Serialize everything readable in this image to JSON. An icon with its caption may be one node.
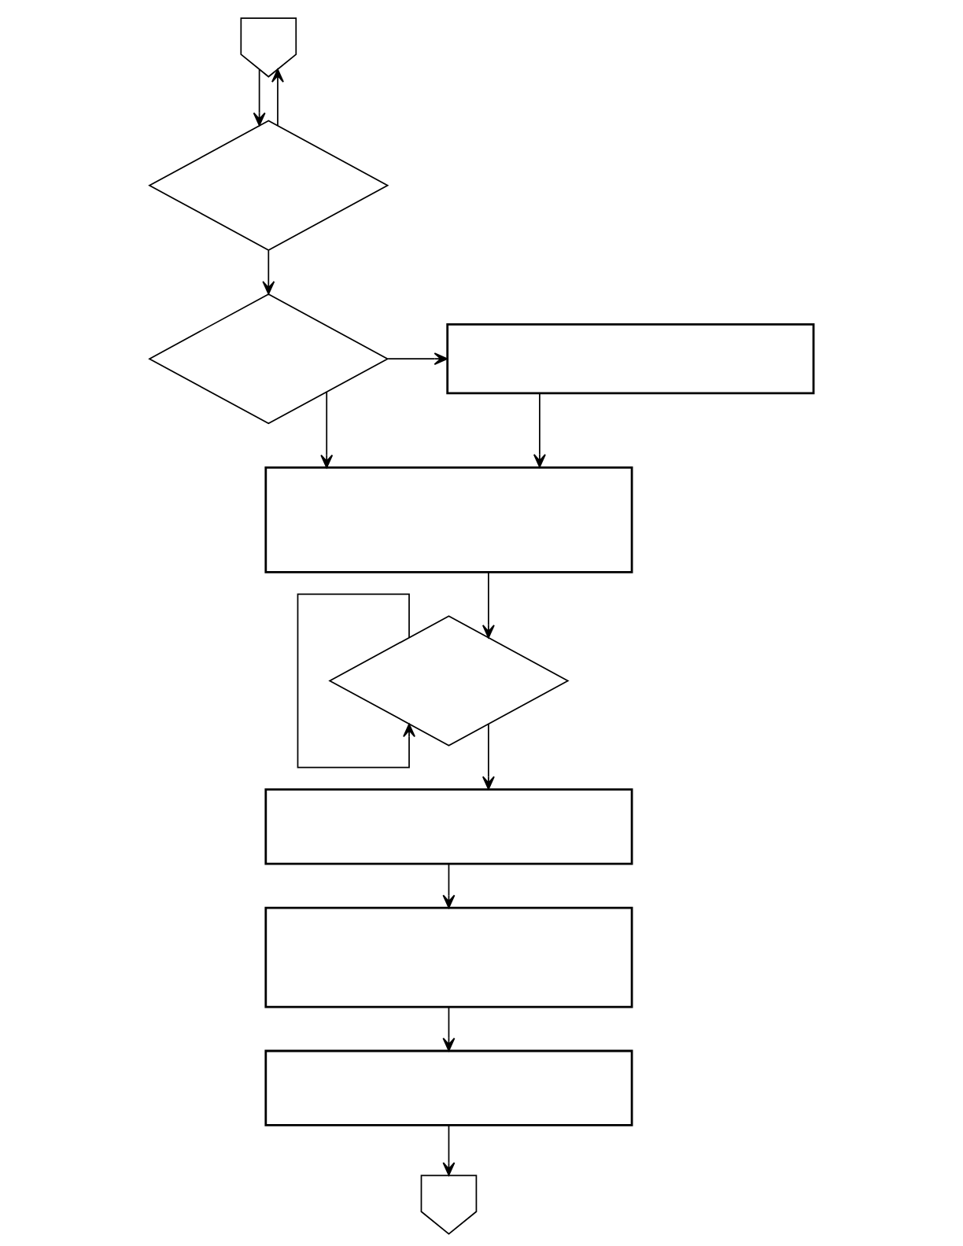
{
  "diagram": {
    "nodes": [
      {
        "text": [],
        "shape": "pentagon"
      },
      {
        "text": [],
        "shape": "diamond"
      },
      {
        "text": [],
        "shape": "diamond"
      },
      {
        "text": [],
        "shape": "box"
      },
      {
        "text": [],
        "shape": "box"
      },
      {
        "text": [],
        "shape": "diamond"
      },
      {
        "text": [],
        "shape": "box"
      },
      {
        "text": [],
        "shape": "box"
      },
      {
        "text": [],
        "shape": "box"
      },
      {
        "text": [],
        "shape": "pentagon"
      }
    ],
    "edges": [
      {
        "from": 0,
        "to": 1,
        "arrow": "to"
      },
      {
        "from": 1,
        "to": 0,
        "arrow": "to"
      },
      {
        "from": 1,
        "to": 2,
        "arrow": "to"
      },
      {
        "from": 2,
        "to": 3,
        "arrow": "to"
      },
      {
        "from": 3,
        "to": 4,
        "arrow": "to"
      },
      {
        "from": 2,
        "to": 4,
        "arrow": "to"
      },
      {
        "from": 4,
        "to": 5,
        "arrow": "to"
      },
      {
        "from": 5,
        "to": 5,
        "arrow": "to"
      },
      {
        "from": 5,
        "to": 6,
        "arrow": "to"
      },
      {
        "from": 6,
        "to": 7,
        "arrow": "to"
      },
      {
        "from": 7,
        "to": 8,
        "arrow": "to"
      },
      {
        "from": 8,
        "to": 9,
        "arrow": "to"
      }
    ]
  }
}
